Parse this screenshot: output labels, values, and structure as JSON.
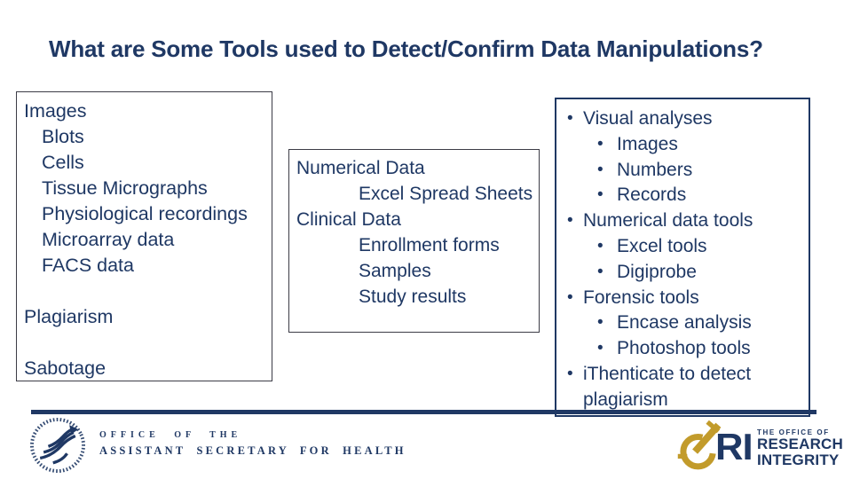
{
  "title": "What are Some Tools used to Detect/Confirm Data Manipulations?",
  "colors": {
    "navy": "#1f3864",
    "gold": "#c29b2b",
    "box_border": "#3c3c46"
  },
  "boxes": {
    "images": {
      "lines": [
        {
          "text": "Images",
          "indent": 0
        },
        {
          "text": "Blots",
          "indent": 1
        },
        {
          "text": "Cells",
          "indent": 1
        },
        {
          "text": "Tissue Micrographs",
          "indent": 1
        },
        {
          "text": "Physiological recordings",
          "indent": 1
        },
        {
          "text": "Microarray data",
          "indent": 1
        },
        {
          "text": "FACS data",
          "indent": 1
        },
        {
          "text": "",
          "indent": 0
        },
        {
          "text": "Plagiarism",
          "indent": 0
        },
        {
          "text": "",
          "indent": 0
        },
        {
          "text": "Sabotage",
          "indent": 0
        }
      ]
    },
    "numerical": {
      "lines": [
        {
          "text": "Numerical Data",
          "indent": 0
        },
        {
          "text": "Excel Spread Sheets",
          "indent": 2
        },
        {
          "text": "Clinical Data",
          "indent": 0
        },
        {
          "text": "Enrollment forms",
          "indent": 2
        },
        {
          "text": "Samples",
          "indent": 2
        },
        {
          "text": "Study results",
          "indent": 2
        }
      ]
    },
    "tools": {
      "items": [
        {
          "text": "Visual analyses",
          "level": 1
        },
        {
          "text": "Images",
          "level": 2
        },
        {
          "text": "Numbers",
          "level": 2
        },
        {
          "text": "Records",
          "level": 2
        },
        {
          "text": "Numerical data tools",
          "level": 1
        },
        {
          "text": "Excel tools",
          "level": 2
        },
        {
          "text": "Digiprobe",
          "level": 2
        },
        {
          "text": "Forensic tools",
          "level": 1
        },
        {
          "text": "Encase analysis",
          "level": 2
        },
        {
          "text": "Photoshop tools",
          "level": 2
        },
        {
          "text": "iThenticate to detect plagiarism",
          "level": 1
        }
      ]
    }
  },
  "footer": {
    "office_line1": "OFFICE OF THE",
    "office_line2": "ASSISTANT SECRETARY FOR HEALTH",
    "ori": {
      "letters": "RI",
      "line1": "THE OFFICE OF",
      "line2": "RESEARCH",
      "line3": "INTEGRITY"
    }
  }
}
